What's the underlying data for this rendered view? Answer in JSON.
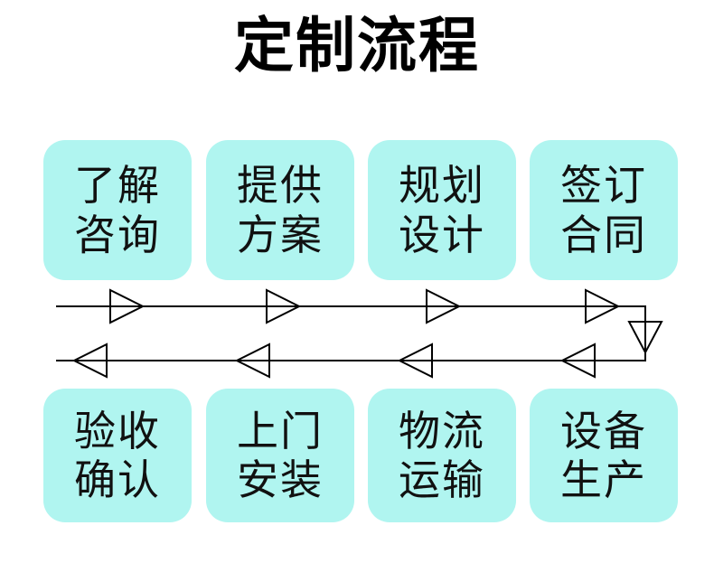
{
  "page": {
    "title": "定制流程",
    "background_color": "#ffffff",
    "box_fill_color": "#b0f5f0",
    "text_color": "#111111",
    "line_color": "#000000"
  },
  "top_row": [
    {
      "line1": "了解",
      "line2": "咨询"
    },
    {
      "line1": "提供",
      "line2": "方案"
    },
    {
      "line1": "规划",
      "line2": "设计"
    },
    {
      "line1": "签订",
      "line2": "合同"
    }
  ],
  "bottom_row": [
    {
      "line1": "验收",
      "line2": "确认"
    },
    {
      "line1": "上门",
      "line2": "安装"
    },
    {
      "line1": "物流",
      "line2": "运输"
    },
    {
      "line1": "设备",
      "line2": "生产"
    }
  ],
  "connectors": {
    "top_line_direction": "right",
    "bottom_line_direction": "left",
    "right_link_direction": "down",
    "top_arrow_count": 4,
    "bottom_arrow_count": 4
  }
}
